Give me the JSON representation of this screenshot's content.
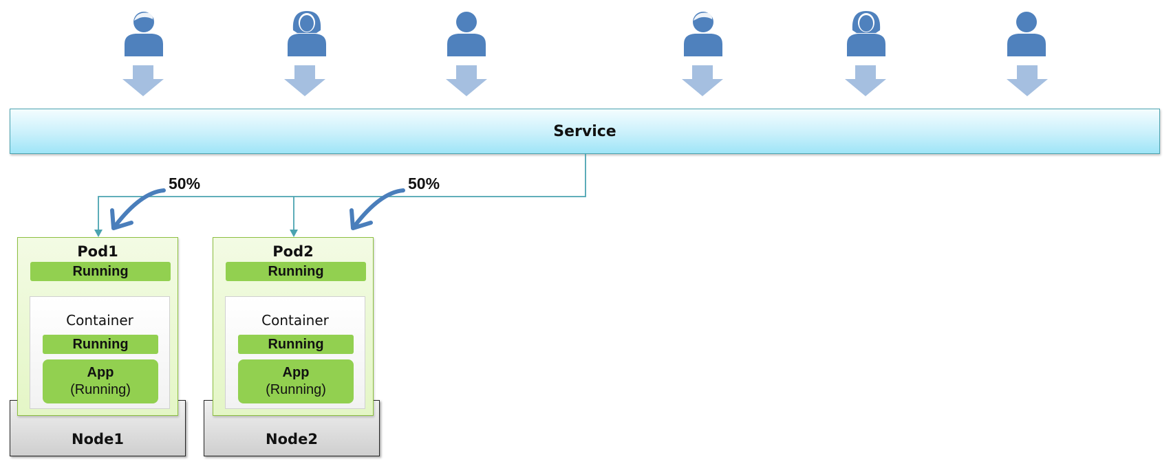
{
  "users": [
    {
      "icon": "male-user-icon"
    },
    {
      "icon": "female-user-icon"
    },
    {
      "icon": "generic-user-icon"
    },
    {
      "icon": "male-user-icon"
    },
    {
      "icon": "female-user-icon"
    },
    {
      "icon": "generic-user-icon"
    }
  ],
  "service": {
    "label": "Service"
  },
  "split": {
    "left": "50%",
    "right": "50%"
  },
  "pods": [
    {
      "title": "Pod1",
      "status": "Running",
      "container_label": "Container",
      "container_status": "Running",
      "app_title": "App",
      "app_status": "(Running)",
      "node": "Node1"
    },
    {
      "title": "Pod2",
      "status": "Running",
      "container_label": "Container",
      "container_status": "Running",
      "app_title": "App",
      "app_status": "(Running)",
      "node": "Node2"
    }
  ],
  "colors": {
    "user_blue": "#4f81bd",
    "arrow_light_blue": "#a5bfe0",
    "line_teal": "#4aa3b0",
    "curved_arrow_blue": "#4a7ebb",
    "status_green": "#92d050",
    "pod_border_green": "#8cbf3f"
  }
}
